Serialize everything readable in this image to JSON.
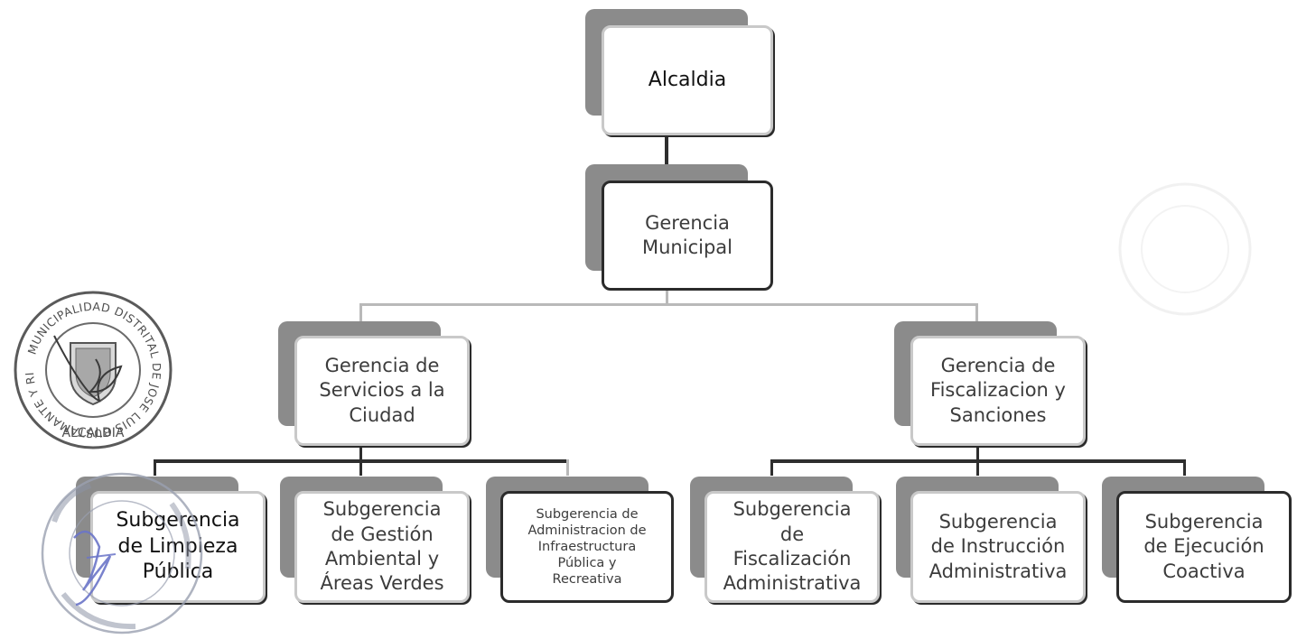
{
  "org_chart": {
    "alcaldia": "Alcaldia",
    "gerencia_municipal": "Gerencia\nMunicipal",
    "gerencia_servicios": "Gerencia de\nServicios a la\nCiudad",
    "gerencia_fiscalizacion": "Gerencia de\nFiscalizacion y\nSanciones",
    "sub_limpieza": "Subgerencia\nde Limpieza\nPública",
    "sub_gestion_ambiental": "Subgerencia\nde Gestión\nAmbiental y\nÁreas Verdes",
    "sub_infraestructura": "Subgerencia de\nAdministracion de\nInfraestructura\nPública y\nRecreativa",
    "sub_fiscalizacion_adm": "Subgerencia\nde\nFiscalización\nAdministrativa",
    "sub_instruccion": "Subgerencia\nde Instrucción\nAdministrativa",
    "sub_ejecucion": "Subgerencia\nde Ejecución\nCoactiva"
  },
  "stamps": {
    "alcaldia_seal_text": "MUNICIPALIDAD DISTRITAL DE JOSE LUIS BUSTAMANTE Y RIVERO",
    "alcaldia_seal_label": "ALCALDIA"
  }
}
